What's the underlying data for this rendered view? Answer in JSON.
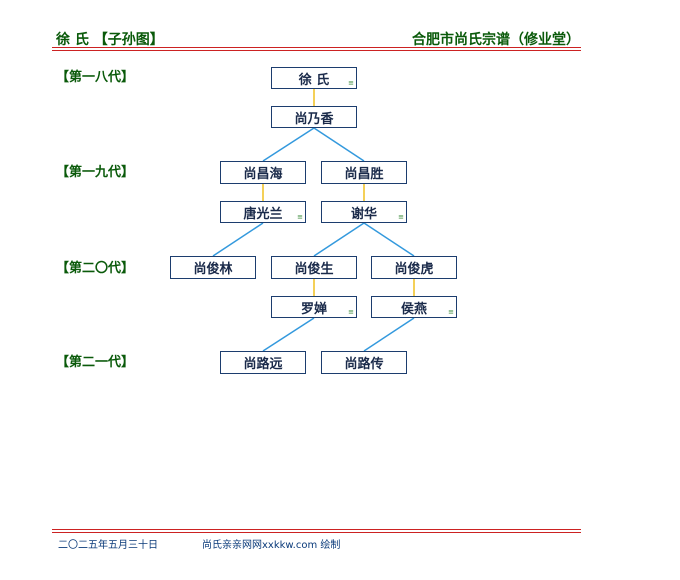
{
  "header": {
    "left": "徐 氏 【子孙图】",
    "right": "合肥市尚氏宗谱（修业堂）"
  },
  "generations": [
    "【第一八代】",
    "【第一九代】",
    "【第二〇代】",
    "【第二一代】"
  ],
  "nodes": {
    "xu": "徐 氏",
    "nai": "尚乃香",
    "hai": "尚昌海",
    "sheng1": "尚昌胜",
    "tang": "唐光兰",
    "xie": "谢华",
    "lin": "尚俊林",
    "sheng2": "尚俊生",
    "hu": "尚俊虎",
    "luo": "罗婵",
    "hou": "侯燕",
    "yuan": "尚路远",
    "chuan": "尚路传"
  },
  "node_mark": "≡",
  "footer": {
    "date": "二〇二五年五月三十日",
    "site": "尚氏亲亲网网xxkkw.com 绘制"
  },
  "colors": {
    "header_text": "#0a5a0a",
    "rule": "#cc2222",
    "node_border": "#1c3d6e",
    "child_line": "#3399dd",
    "spouse_line": "#f0c020"
  }
}
